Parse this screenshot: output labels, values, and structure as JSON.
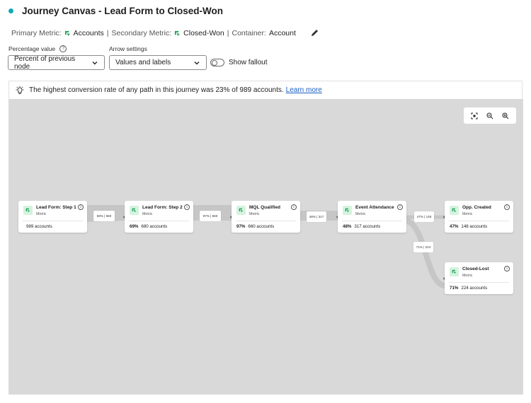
{
  "header": {
    "title": "Journey Canvas - Lead Form to Closed-Won"
  },
  "metrics": {
    "primary_label": "Primary Metric:",
    "primary_value": "Accounts",
    "secondary_label": "Secondary Metric:",
    "secondary_value": "Closed-Won",
    "container_label": "Container:",
    "container_value": "Account",
    "separator": "|"
  },
  "controls": {
    "percentage_label": "Percentage value",
    "percentage_selected": "Percent of previous node",
    "arrow_label": "Arrow settings",
    "arrow_selected": "Values and labels",
    "fallout_label": "Show fallout"
  },
  "insight": {
    "text": "The highest conversion rate of any path in this journey was 23% of 989 accounts.",
    "link": "Learn more"
  },
  "nodes": [
    {
      "name": "Lead Form: Step 1",
      "type": "Metric",
      "percent": "",
      "count": "989 accounts"
    },
    {
      "name": "Lead Form: Step 2",
      "type": "Metric",
      "percent": "69%",
      "count": "680 accounts"
    },
    {
      "name": "MQL Qualified",
      "type": "Metric",
      "percent": "97%",
      "count": "660 accounts"
    },
    {
      "name": "Event Attendance",
      "type": "Metric",
      "percent": "48%",
      "count": "317 accounts"
    },
    {
      "name": "Opp. Created",
      "type": "Metric",
      "percent": "47%",
      "count": "148 accounts"
    },
    {
      "name": "Closed-Lost",
      "type": "Metric",
      "percent": "71%",
      "count": "224 accounts"
    }
  ],
  "edges": [
    {
      "label": "69% | 680"
    },
    {
      "label": "97% | 660"
    },
    {
      "label": "48% | 317"
    },
    {
      "label": "47% | 148"
    },
    {
      "label": "71% | 224"
    }
  ],
  "colors": {
    "accent_dot": "#13a8b4",
    "link": "#1b5fc1",
    "canvas_bg": "#d9d9d9",
    "node_icon_bg": "#d4f3df",
    "node_icon_fg": "#1f9e55"
  },
  "icons": {
    "metric": "metric-icon",
    "edit": "pencil-icon",
    "help": "help-icon",
    "insight": "lightbulb-icon",
    "fit": "fit-to-screen-icon",
    "zoom_out": "zoom-out-icon",
    "zoom_in": "zoom-in-icon"
  }
}
